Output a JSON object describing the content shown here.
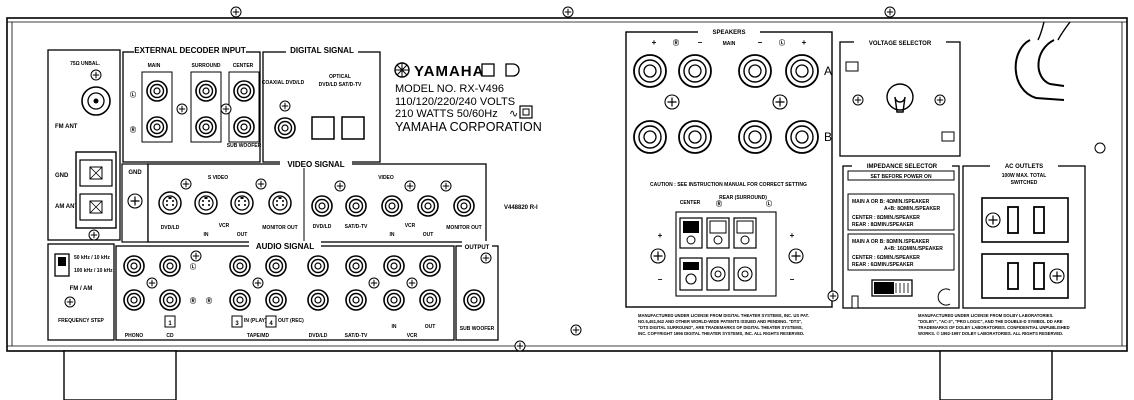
{
  "labels": {
    "external_decoder_input": "EXTERNAL DECODER INPUT",
    "main": "MAIN",
    "surround": "SURROUND",
    "center": "CENTER",
    "sub_woofer": "SUB WOOFER",
    "digital_signal": "DIGITAL SIGNAL",
    "coaxial": "COAXIAL DVD/LD",
    "optical": "OPTICAL",
    "optical_sub": "DVD/LD  SAT/D-TV",
    "brand": "YAMAHA",
    "model": "MODEL NO.  RX-V496",
    "voltage": "110/120/220/240 VOLTS",
    "watts": "210  WATTS 50/60Hz",
    "corporation": "YAMAHA CORPORATION",
    "fm_ant": "FM ANT",
    "unbal": "75Ω UNBAL.",
    "gnd": "GND",
    "am_ant": "AM ANT",
    "gnd_terminal": "GND",
    "video_signal": "VIDEO SIGNAL",
    "s_video": "S VIDEO",
    "video": "VIDEO",
    "dvd_ld": "DVD/LD",
    "vcr": "VCR",
    "in": "IN",
    "out": "OUT",
    "monitor_out": "MONITOR OUT",
    "sat_dtv": "SAT/D-TV",
    "serial": "V448820  R-I",
    "audio_signal": "AUDIO SIGNAL",
    "output": "OUTPUT",
    "freq_50": "50 kHz / 10 kHz",
    "freq_100": "100 kHz / 10 kHz",
    "fm_am": "FM / AM",
    "frequency_step": "FREQUENCY STEP",
    "phono": "PHONO",
    "cd": "CD",
    "num_1": "1",
    "num_3": "3",
    "num_4": "4",
    "in_play": "IN (PLAY)",
    "out_rec": "OUT (REC)",
    "tape_md": "TAPE/MD",
    "speakers": "SPEAKERS",
    "speakers_main": "MAIN",
    "speaker_a": "A",
    "speaker_b": "B",
    "plus": "+",
    "minus": "−",
    "caution": "CAUTION : SEE INSTRUCTION MANUAL FOR CORRECT SETTING",
    "rear": "REAR (SURROUND)",
    "voltage_selector": "VOLTAGE SELECTOR",
    "impedance_selector": "IMPEDANCE SELECTOR",
    "set_before": "SET BEFORE POWER ON",
    "imp_line1": "MAIN A OR B: 4ΩMIN./SPEAKER",
    "imp_line2": "A+B: 8ΩMIN./SPEAKER",
    "imp_line3": "CENTER    : 8ΩMIN./SPEAKER",
    "imp_line4": "REAR      : 8ΩMIN./SPEAKER",
    "imp_line5": "MAIN A OR B: 8ΩMIN./SPEAKER",
    "imp_line6": "A+B: 16ΩMIN./SPEAKER",
    "imp_line7": "CENTER    : 6ΩMIN./SPEAKER",
    "imp_line8": "REAR      : 6ΩMIN./SPEAKER",
    "ac_outlets": "AC OUTLETS",
    "ac_max": "100W MAX. TOTAL",
    "switched": "SWITCHED",
    "dts_notice_1": "MANUFACTURED UNDER LICENSE FROM DIGITAL THEATER SYSTEMS, INC. US PAT.",
    "dts_notice_2": "NO.5,451,942 AND OTHER WORLD-WIDE PATENTS ISSUED AND PENDING. \"DTS\",",
    "dts_notice_3": "\"DTS DIGITAL SURROUND\", ARE TRADEMARKS OF DIGITAL THEATER SYSTEMS,",
    "dts_notice_4": "INC. COPYRIGHT 1996 DIGITAL THEATER SYSTEMS, INC. ALL RIGHTS RESERVED.",
    "dolby_notice_1": "MANUFACTURED UNDER LICENSE FROM DOLBY LABORATORIES.",
    "dolby_notice_2": "\"DOLBY\", \"AC-3\", \"PRO LOGIC\", AND THE DOUBLE-D SYMBOL DD ARE",
    "dolby_notice_3": "TRADEMARKS OF DOLBY LABORATORIES. CONFIDENTIAL UNPUBLISHED",
    "dolby_notice_4": "WORKS. © 1992-1997 DOLBY LABORATORIES. ALL RIGHTS RESERVED."
  }
}
